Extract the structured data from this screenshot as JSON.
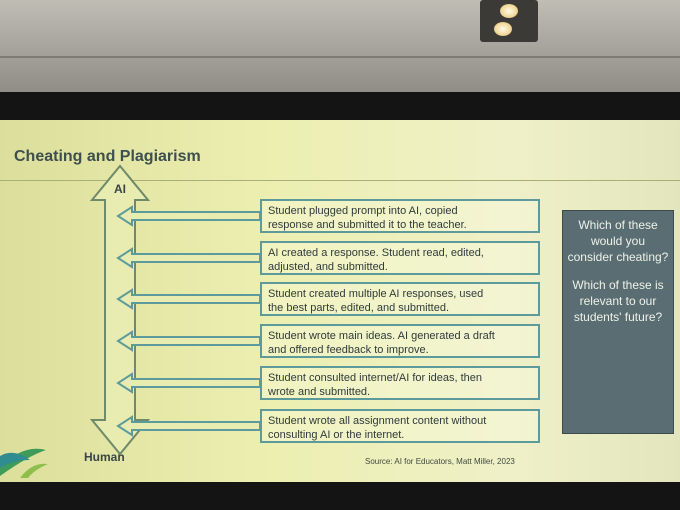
{
  "slide": {
    "title": "Cheating and Plagiarism",
    "axis_top_label": "AI",
    "axis_bottom_label": "Human",
    "scenarios": [
      {
        "line1": "Student plugged prompt into AI, copied",
        "line2": "response and submitted it to the teacher."
      },
      {
        "line1": "AI created a response. Student read, edited,",
        "line2": "adjusted, and submitted."
      },
      {
        "line1": "Student created multiple AI responses, used",
        "line2": "the best parts, edited, and submitted."
      },
      {
        "line1": "Student wrote main ideas. AI generated a draft",
        "line2": "and offered feedback to improve."
      },
      {
        "line1": "Student consulted internet/AI for ideas, then",
        "line2": "wrote and submitted."
      },
      {
        "line1": "Student wrote all assignment content without",
        "line2": "consulting AI or the internet."
      }
    ],
    "question_1": "Which of these would you consider cheating?",
    "question_2": "Which of these is relevant to our students' future?",
    "source": "Source: AI for Educators, Matt Miller, 2023"
  },
  "colors": {
    "box_border": "#5c9a9c",
    "panel": "#5a6d72",
    "logo_green": "#3f9b5a",
    "logo_teal": "#2f8d8f"
  }
}
